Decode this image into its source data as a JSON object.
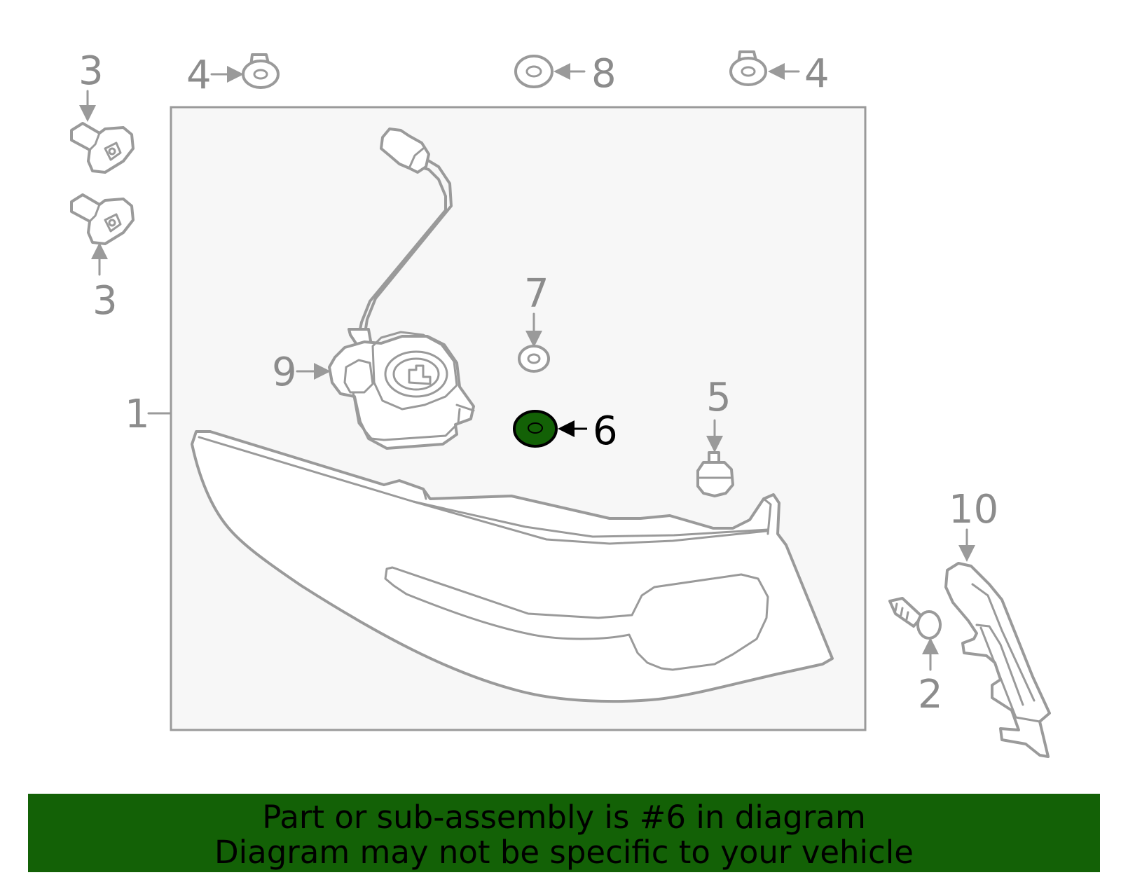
{
  "callouts": {
    "c1": "1",
    "c2": "2",
    "c3_top": "3",
    "c3_bottom": "3",
    "c4_left": "4",
    "c4_right": "4",
    "c5": "5",
    "c6": "6",
    "c7": "7",
    "c8": "8",
    "c9": "9",
    "c10": "10"
  },
  "highlight": {
    "part": "6",
    "color": "#136106"
  },
  "banner": {
    "line1": "Part or sub-assembly is #6 in diagram",
    "line2": "Diagram may not be specific to your vehicle",
    "color": "#136106"
  }
}
